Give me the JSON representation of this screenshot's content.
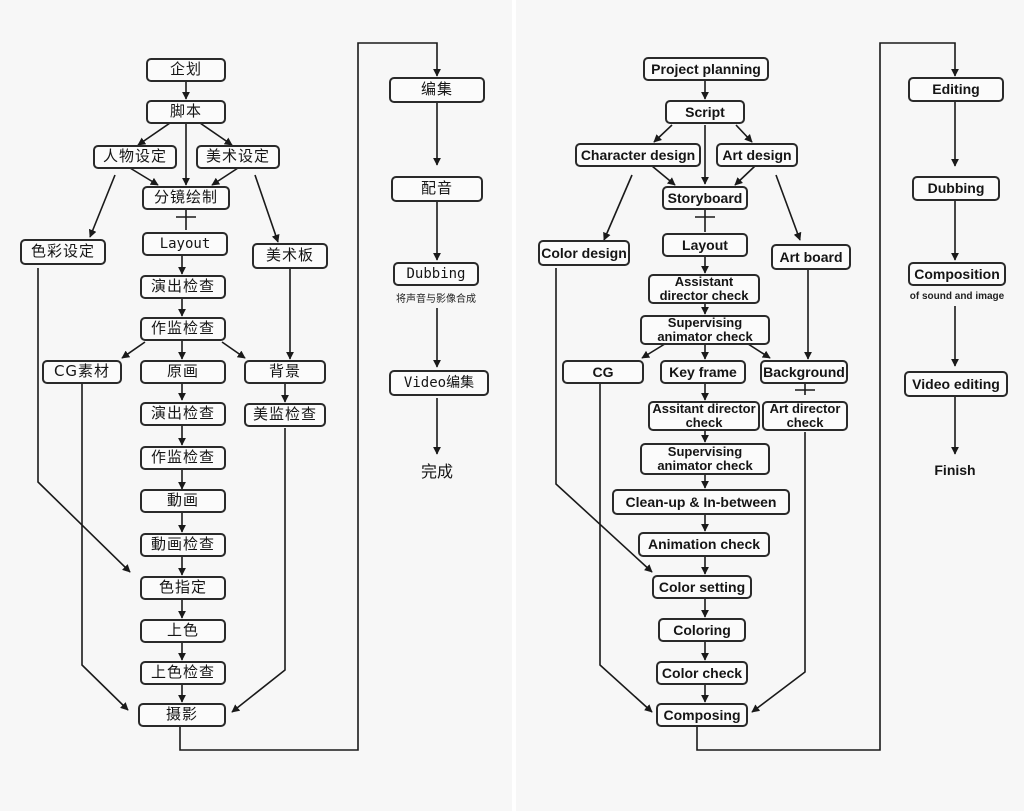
{
  "chinese": {
    "planning": "企划",
    "script": "脚本",
    "character_design": "人物设定",
    "art_design": "美术设定",
    "storyboard": "分镜绘制",
    "color_design": "色彩设定",
    "layout": "Layout",
    "art_board": "美术板",
    "director_check": "演出检查",
    "supervisor_check": "作监检查",
    "cg": "CG素材",
    "key_frame": "原画",
    "background": "背景",
    "director_check_2": "演出检查",
    "art_director_check": "美监检查",
    "supervisor_check_2": "作监检查",
    "inbetween": "動画",
    "animation_check": "動画检查",
    "color_setting": "色指定",
    "coloring": "上色",
    "color_check": "上色检查",
    "composing": "摄影",
    "editing": "编集",
    "dubbing": "配音",
    "dubbing_en": "Dubbing",
    "dubbing_note": "将声音与影像合成",
    "video_editing": "Video编集",
    "finish": "完成"
  },
  "english": {
    "planning": "Project planning",
    "script": "Script",
    "character_design": "Character design",
    "art_design": "Art design",
    "storyboard": "Storyboard",
    "color_design": "Color design",
    "layout": "Layout",
    "art_board": "Art board",
    "director_check": "Assistant director check",
    "supervisor_check": "Supervising animator check",
    "cg": "CG",
    "key_frame": "Key frame",
    "background": "Background",
    "director_check_2": "Assitant director check",
    "art_director_check": "Art director check",
    "supervisor_check_2": "Supervising animator check",
    "inbetween": "Clean-up & In-between",
    "animation_check": "Animation check",
    "color_setting": "Color setting",
    "coloring": "Coloring",
    "color_check": "Color check",
    "composing": "Composing",
    "editing": "Editing",
    "dubbing": "Dubbing",
    "composition": "Composition",
    "composition_note": "of sound and image",
    "video_editing": "Video editing",
    "finish": "Finish"
  }
}
